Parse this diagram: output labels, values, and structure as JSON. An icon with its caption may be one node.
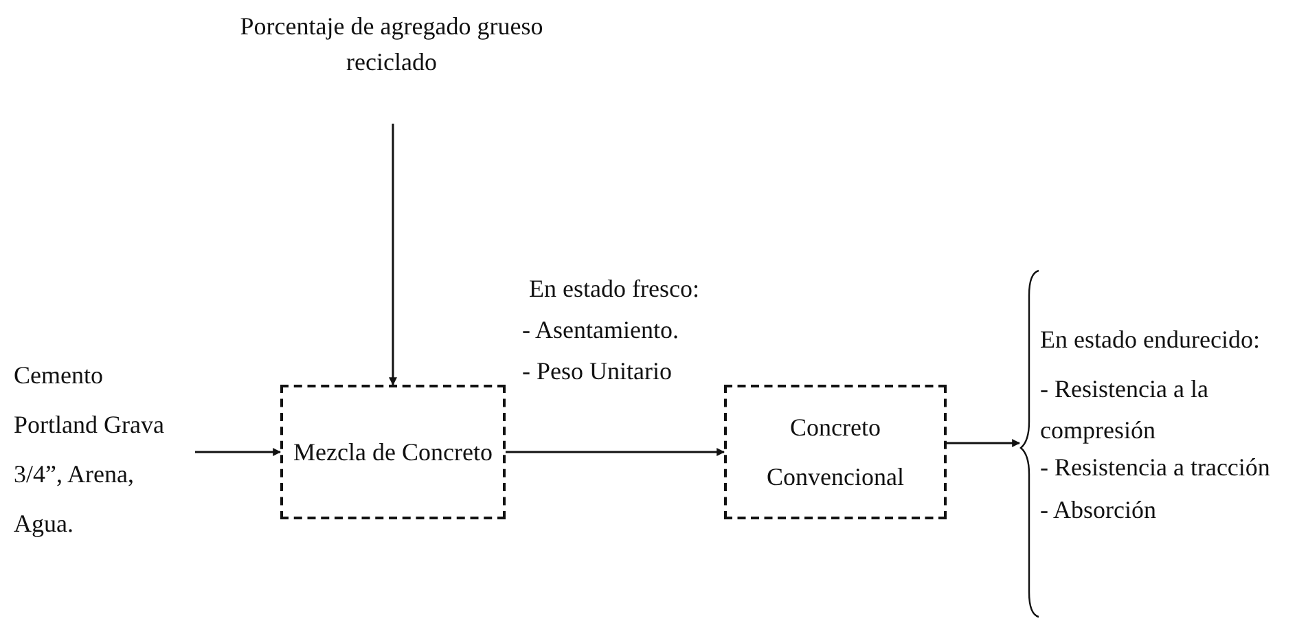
{
  "diagram": {
    "nodes": [
      {
        "text": [
          "Porcentaje de agregado grueso reciclado"
        ]
      },
      {
        "text": [
          "Cemento Portland Grava  3/4”, Arena, Agua."
        ]
      },
      {
        "text": [
          "Mezcla de Concreto"
        ]
      },
      {
        "text": [
          "Concreto Convencional"
        ]
      },
      {
        "text": [
          "En estado endurecido:",
          "- Resistencia a la compresión",
          "- Resistencia a tracción",
          "- Absorción"
        ]
      }
    ],
    "edges": [
      {
        "from": 0,
        "to": 2,
        "arrow": "to"
      },
      {
        "from": 1,
        "to": 2,
        "arrow": "to"
      },
      {
        "from": 2,
        "to": 3,
        "arrow": "to"
      },
      {
        "from": 3,
        "to": 4,
        "arrow": "to"
      }
    ],
    "labels": [
      "En estado fresco:",
      "- Asentamiento.",
      "- Peso Unitario"
    ]
  }
}
